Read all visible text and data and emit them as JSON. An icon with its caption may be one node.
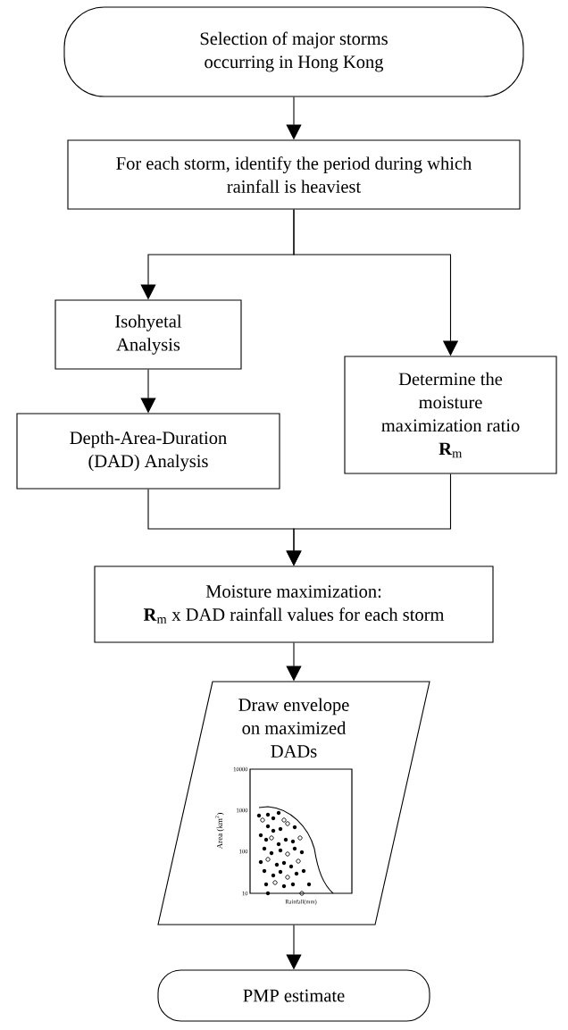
{
  "diagram": {
    "nodes": [
      {
        "text": [
          "Selection of major storms occurring in Hong Kong"
        ]
      },
      {
        "text": [
          "For each storm, identify the period during which rainfall is heaviest"
        ]
      },
      {
        "text": [
          "Isohyetal Analysis"
        ]
      },
      {
        "text": [
          "Depth-Area-Duration (DAD) Analysis"
        ]
      },
      {
        "text": [
          "Determine the moisture maximization ratio **R**$_{m}$"
        ]
      },
      {
        "text": [
          "Moisture maximization:",
          "**R**$_{m}$ x DAD rainfall values for each storm"
        ]
      },
      {
        "text": [
          "Draw envelope on maximized DADs"
        ]
      },
      {
        "text": [
          "PMP estimate"
        ]
      }
    ],
    "edges": [
      {
        "from": 0,
        "to": 1,
        "arrow": "to"
      },
      {
        "from": 1,
        "to": 2,
        "arrow": "to"
      },
      {
        "from": 1,
        "to": 4,
        "arrow": "to"
      },
      {
        "from": 2,
        "to": 3,
        "arrow": "to"
      },
      {
        "from": 3,
        "to": 5,
        "arrow": "to"
      },
      {
        "from": 4,
        "to": 5,
        "arrow": "to"
      },
      {
        "from": 5,
        "to": 6,
        "arrow": "to"
      },
      {
        "from": 6,
        "to": 7,
        "arrow": "to"
      }
    ],
    "labels": [
      "10000",
      "1000",
      "100",
      "10",
      "Area (km$^{2}$)",
      "Rainfall(mm)"
    ]
  }
}
